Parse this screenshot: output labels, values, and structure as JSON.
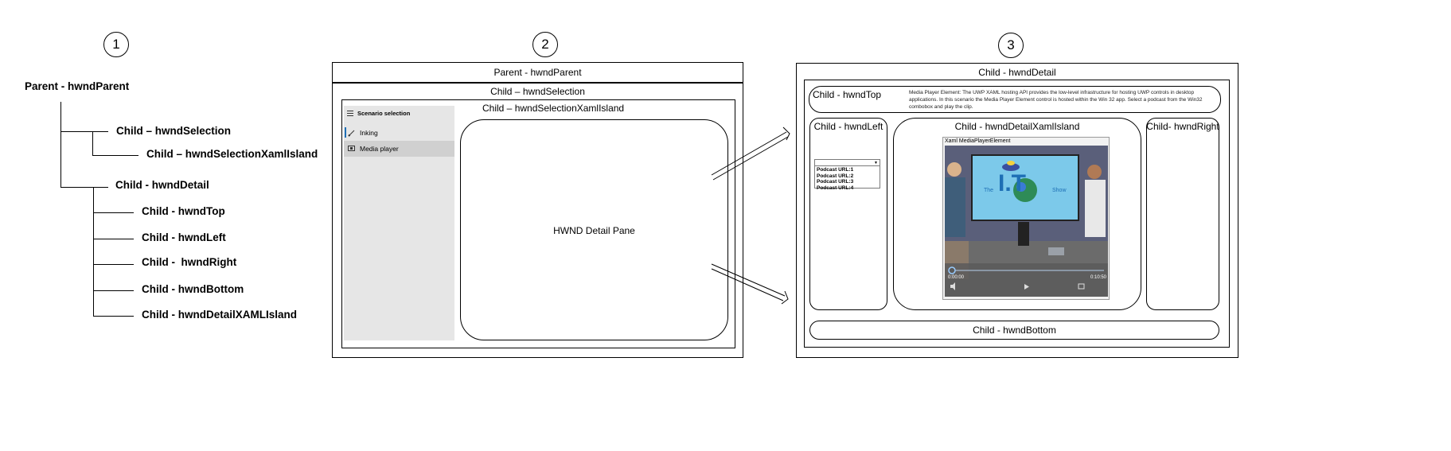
{
  "panel1": {
    "number": "1",
    "root": "Parent - hwndParent",
    "nodes": [
      "Child – hwndSelection",
      "Child – hwndSelectionXamlIsland",
      "Child - hwndDetail",
      "Child - hwndTop",
      "Child - hwndLeft",
      "Child -  hwndRight",
      "Child - hwndBottom",
      "Child - hwndDetailXAMLIsland"
    ]
  },
  "panel2": {
    "number": "2",
    "parent_label": "Parent - hwndParent",
    "selection_label": "Child – hwndSelection",
    "xaml_island_label": "Child – hwndSelectionXamlIsland",
    "scenario_title": "Scenario selection",
    "scenario_items": [
      "Inking",
      "Media player"
    ],
    "detail_pane_label": "HWND Detail Pane"
  },
  "panel3": {
    "number": "3",
    "detail_label": "Child - hwndDetail",
    "top_label": "Child - hwndTop",
    "top_description": "Media Player Element: The UWP XAML hosting API provides the low-level infrastructure for hosting UWP controls in desktop applications. In this scenario the Media Player Element control is hosted within the Win 32 app. Select a podcast from the Win32 combobox and play the clip.",
    "left_label": "Child - hwndLeft",
    "combo_options": [
      "Podcast URL:1",
      "Podcast URL:2",
      "Podcast URL:3",
      "Podcast URL:4"
    ],
    "xaml_label": "Child - hwndDetailXamlIsland",
    "player_title": "Xaml MediaPlayerElement",
    "show_name": {
      "left": "The",
      "big": "I.T",
      "right": "Show"
    },
    "time_start": "0:00:00",
    "time_end": "0:10:50",
    "right_label": "Child- hwndRight",
    "bottom_label": "Child - hwndBottom"
  },
  "colors": {
    "line": "#000000",
    "scenario_bg": "#e6e6e6",
    "accent": "#1e6fb5",
    "screen": "#7cc9ea"
  },
  "icons": [
    "hamburger-icon",
    "pen-icon",
    "media-icon",
    "play-icon",
    "volume-icon",
    "fullscreen-icon"
  ]
}
